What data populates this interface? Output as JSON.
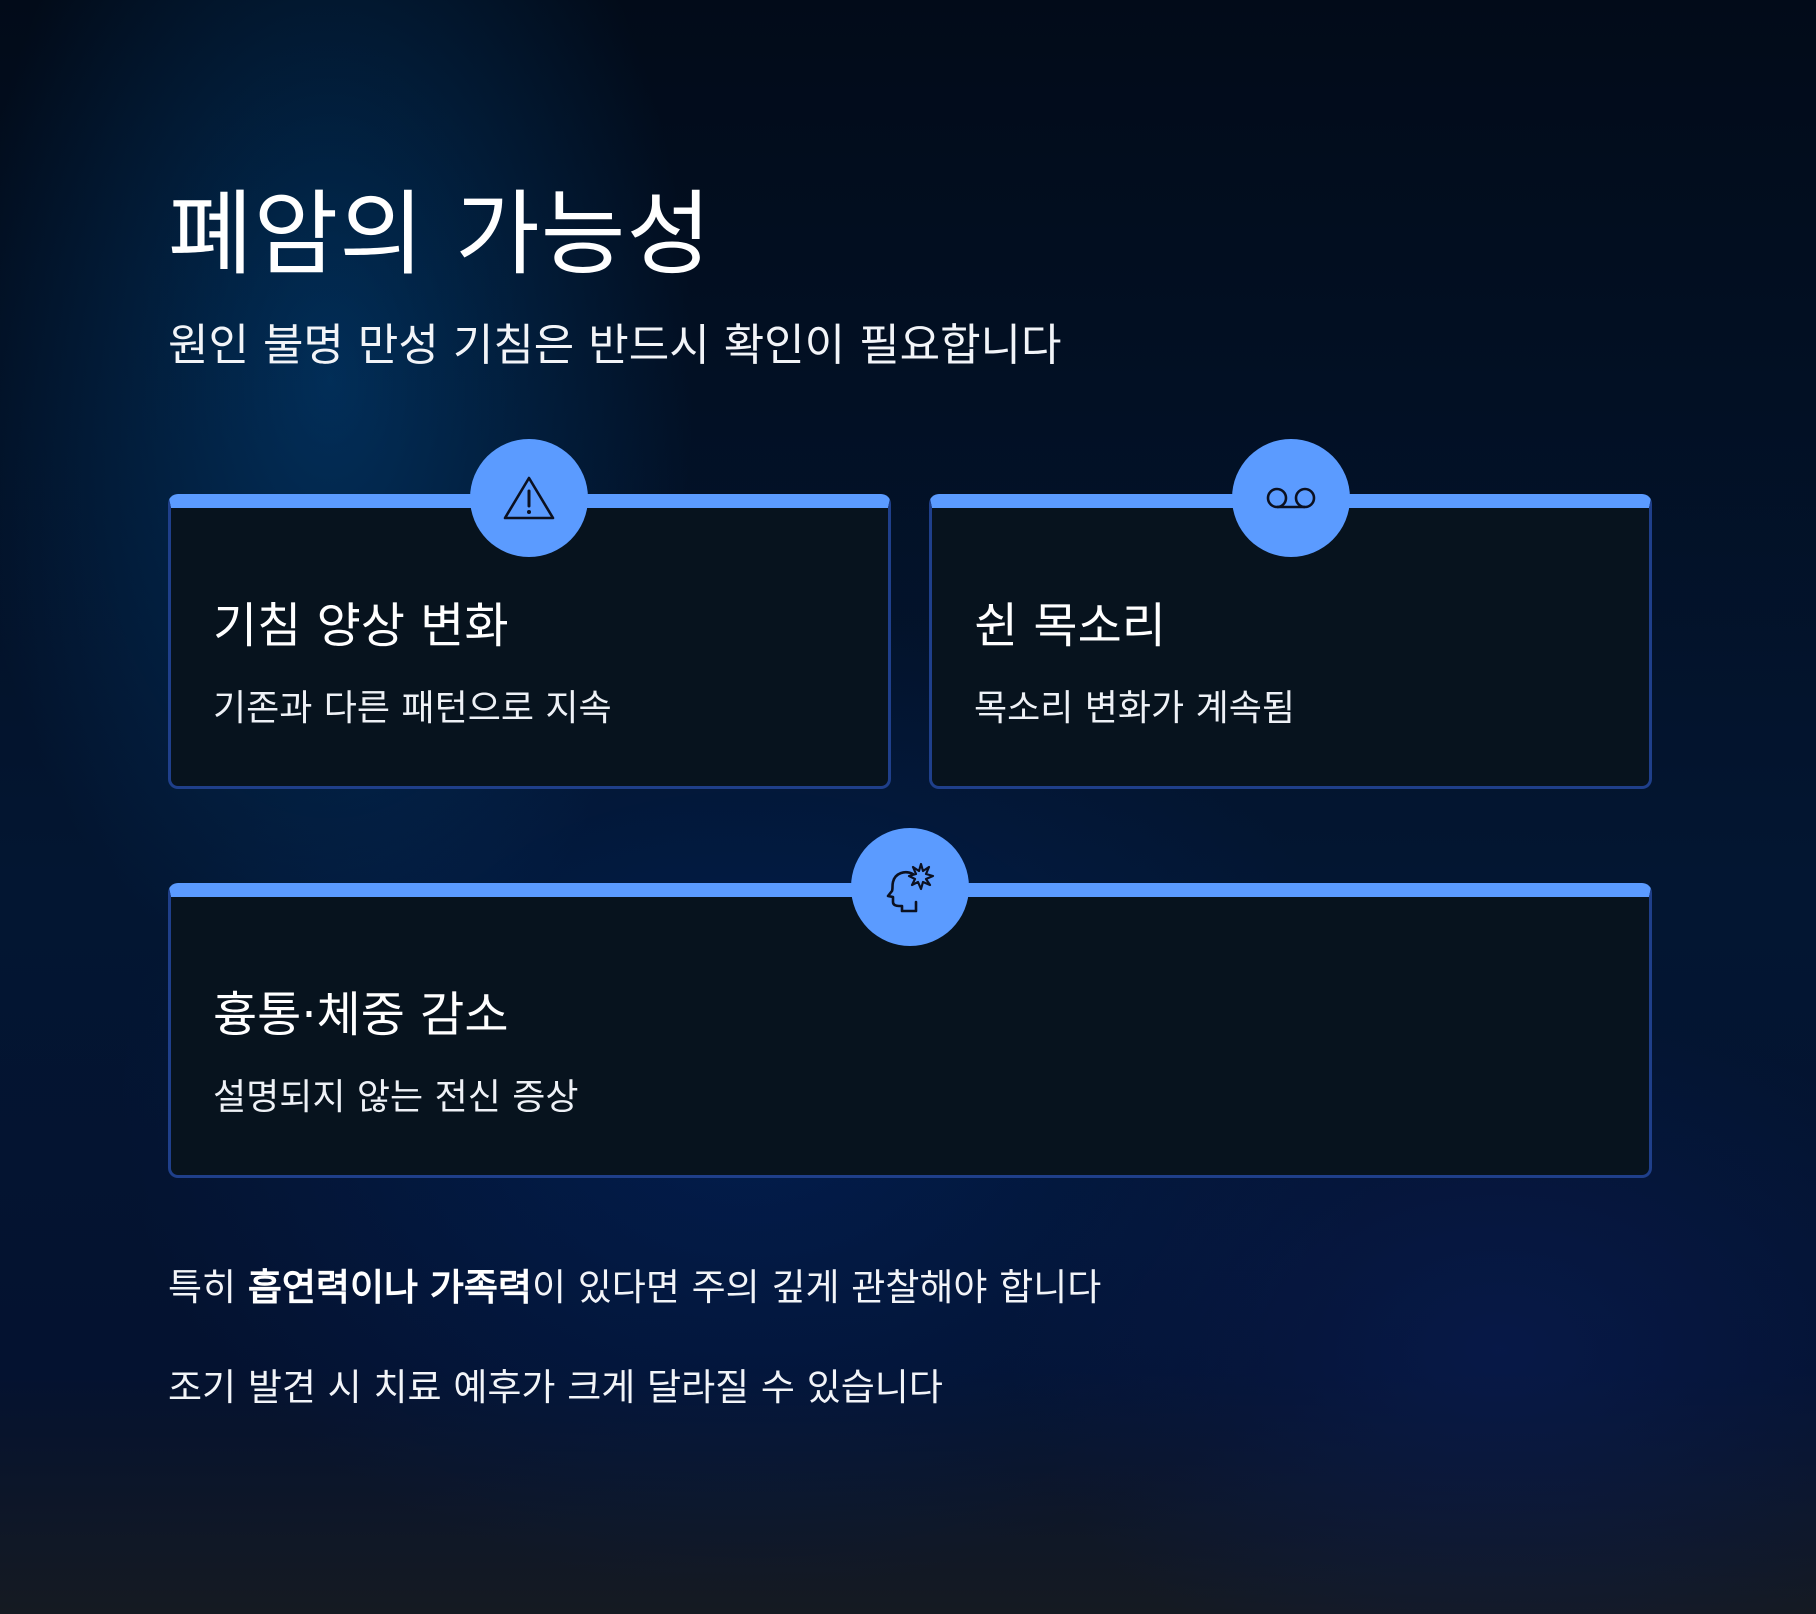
{
  "title": "폐암의 가능성",
  "subtitle": "원인 불명 만성 기침은 반드시 확인이 필요합니다",
  "cards": [
    {
      "icon": "warning-triangle-icon",
      "title": "기침 양상 변화",
      "description": "기존과 다른 패턴으로 지속"
    },
    {
      "icon": "voicemail-icon",
      "title": "쉰 목소리",
      "description": "목소리 변화가 계속됨"
    },
    {
      "icon": "head-burst-icon",
      "title": "흉통·체중 감소",
      "description": "설명되지 않는 전신 증상"
    }
  ],
  "note1": {
    "prefix": "특히 ",
    "emphasis1": "흡연력이나",
    "middle": " ",
    "emphasis2": "가족력",
    "suffix": "이 있다면 주의 깊게 관찰해야 합니다"
  },
  "note2": "조기 발견 시 치료 예후가 크게 달라질 수 있습니다",
  "colors": {
    "accent": "#5b9bff",
    "card_background": "#07131e",
    "card_border": "#1f3f8a",
    "icon_stroke": "#0b1020"
  }
}
